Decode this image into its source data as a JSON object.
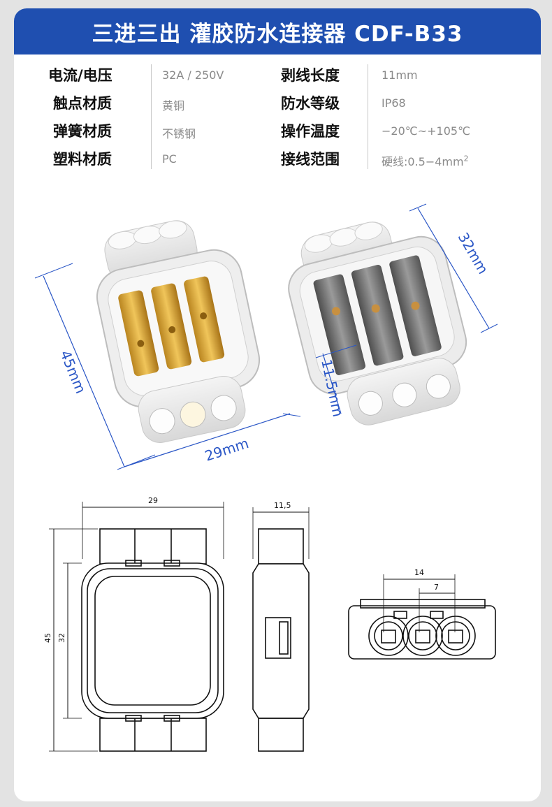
{
  "header": {
    "title": "三进三出 灌胶防水连接器 CDF-B33"
  },
  "specs": [
    {
      "label": "电流/电压",
      "value": "32A / 250V"
    },
    {
      "label": "触点材质",
      "value": "黄铜"
    },
    {
      "label": "弹簧材质",
      "value": "不锈钢"
    },
    {
      "label": "塑料材质",
      "value": "PC"
    },
    {
      "label": "剥线长度",
      "value": "11mm"
    },
    {
      "label": "防水等级",
      "value": "IP68"
    },
    {
      "label": "操作温度",
      "value": "−20℃~+105℃"
    },
    {
      "label": "接线范围",
      "value": "硬线:0.5−4mm",
      "value_sup": "2"
    }
  ],
  "photo_dims": {
    "height": "45mm",
    "width": "29mm",
    "length": "32mm",
    "thickness": "11.5mm"
  },
  "drawing_dims": {
    "front_width": "29",
    "front_height": "45",
    "front_inner_height": "32",
    "side_thickness": "11,5",
    "end_spacing": "14",
    "end_pitch": "7"
  },
  "colors": {
    "banner": "#1f4fb0",
    "dimension": "#2a56c6",
    "brass": "#d9a93a",
    "steel": "#6e6e6e"
  }
}
